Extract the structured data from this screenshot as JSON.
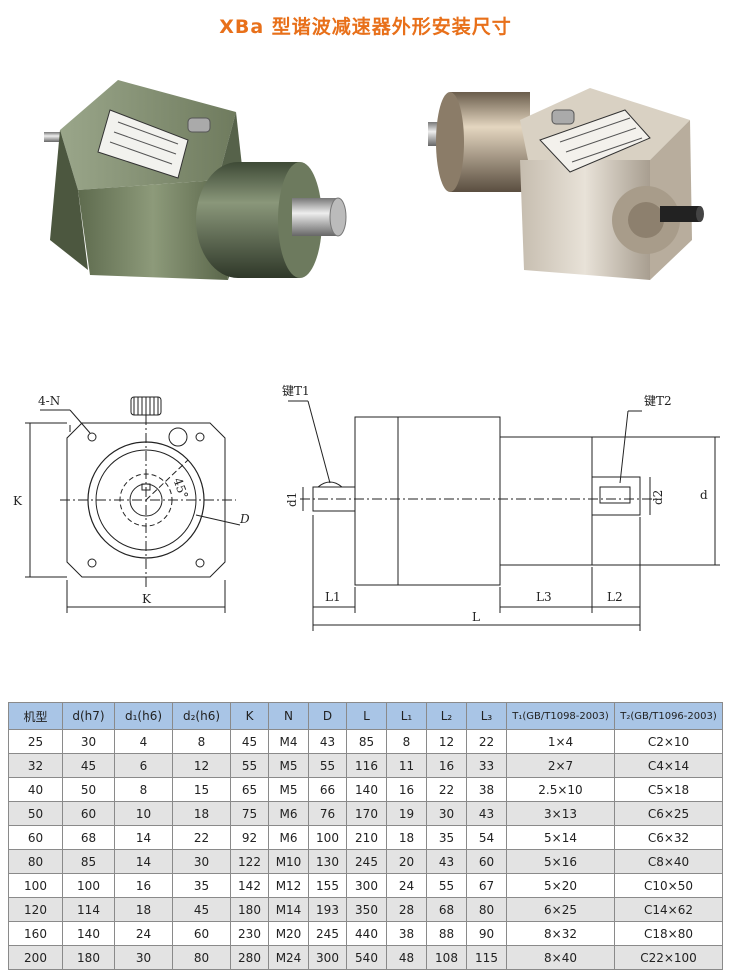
{
  "title": "XBa 型谐波减速器外形安装尺寸",
  "drawing_labels": {
    "n": "4-N",
    "k_vertical": "K",
    "k_horizontal": "K",
    "angle": "45°",
    "d_outer": "D",
    "key1": "键T1",
    "key2": "键T2",
    "d1": "d1",
    "d2": "d2",
    "d": "d",
    "l1": "L1",
    "l3": "L3",
    "l2": "L2",
    "l": "L"
  },
  "table": {
    "headers": [
      "机型",
      "d(h7)",
      "d₁(h6)",
      "d₂(h6)",
      "K",
      "N",
      "D",
      "L",
      "L₁",
      "L₂",
      "L₃",
      "T₁(GB/T1098-2003)",
      "T₂(GB/T1096-2003)"
    ],
    "rows": [
      [
        "25",
        "30",
        "4",
        "8",
        "45",
        "M4",
        "43",
        "85",
        "8",
        "12",
        "22",
        "1×4",
        "C2×10"
      ],
      [
        "32",
        "45",
        "6",
        "12",
        "55",
        "M5",
        "55",
        "116",
        "11",
        "16",
        "33",
        "2×7",
        "C4×14"
      ],
      [
        "40",
        "50",
        "8",
        "15",
        "65",
        "M5",
        "66",
        "140",
        "16",
        "22",
        "38",
        "2.5×10",
        "C5×18"
      ],
      [
        "50",
        "60",
        "10",
        "18",
        "75",
        "M6",
        "76",
        "170",
        "19",
        "30",
        "43",
        "3×13",
        "C6×25"
      ],
      [
        "60",
        "68",
        "14",
        "22",
        "92",
        "M6",
        "100",
        "210",
        "18",
        "35",
        "54",
        "5×14",
        "C6×32"
      ],
      [
        "80",
        "85",
        "14",
        "30",
        "122",
        "M10",
        "130",
        "245",
        "20",
        "43",
        "60",
        "5×16",
        "C8×40"
      ],
      [
        "100",
        "100",
        "16",
        "35",
        "142",
        "M12",
        "155",
        "300",
        "24",
        "55",
        "67",
        "5×20",
        "C10×50"
      ],
      [
        "120",
        "114",
        "18",
        "45",
        "180",
        "M14",
        "193",
        "350",
        "28",
        "68",
        "80",
        "6×25",
        "C14×62"
      ],
      [
        "160",
        "140",
        "24",
        "60",
        "230",
        "M20",
        "245",
        "440",
        "38",
        "88",
        "90",
        "8×32",
        "C18×80"
      ],
      [
        "200",
        "180",
        "30",
        "80",
        "280",
        "M24",
        "300",
        "540",
        "48",
        "108",
        "115",
        "8×40",
        "C22×100"
      ]
    ]
  },
  "colors": {
    "title": "#e8701a",
    "header_bg": "#a9c5e6",
    "alt_row_bg": "#e3e3e3"
  }
}
